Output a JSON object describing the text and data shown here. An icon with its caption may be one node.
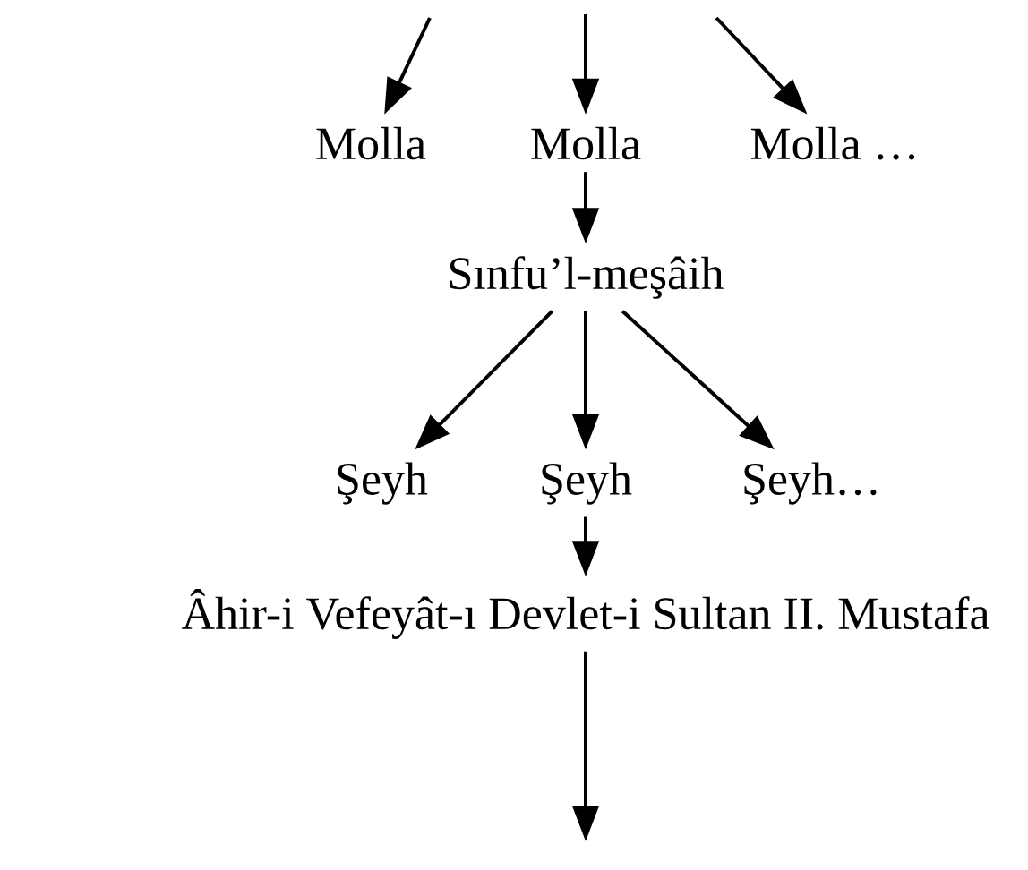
{
  "diagram": {
    "nodes": [
      {
        "text": [
          "Molla"
        ]
      },
      {
        "text": [
          "Molla"
        ]
      },
      {
        "text": [
          "Molla …"
        ]
      },
      {
        "text": [
          "Sınfu’l-meşâih"
        ]
      },
      {
        "text": [
          "Şeyh"
        ]
      },
      {
        "text": [
          "Şeyh"
        ]
      },
      {
        "text": [
          "Şeyh…"
        ]
      },
      {
        "text": [
          "Âhir-i Vefeyât-ı Devlet-i Sultan II. Mustafa"
        ]
      }
    ],
    "edges": [
      {
        "from": null,
        "to": 0,
        "arrow": "to"
      },
      {
        "from": null,
        "to": 1,
        "arrow": "to"
      },
      {
        "from": null,
        "to": 2,
        "arrow": "to"
      },
      {
        "from": 1,
        "to": 3,
        "arrow": "to"
      },
      {
        "from": 3,
        "to": 4,
        "arrow": "to"
      },
      {
        "from": 3,
        "to": 5,
        "arrow": "to"
      },
      {
        "from": 3,
        "to": 6,
        "arrow": "to"
      },
      {
        "from": 5,
        "to": 7,
        "arrow": "to"
      },
      {
        "from": 7,
        "to": null,
        "arrow": "to"
      }
    ]
  }
}
